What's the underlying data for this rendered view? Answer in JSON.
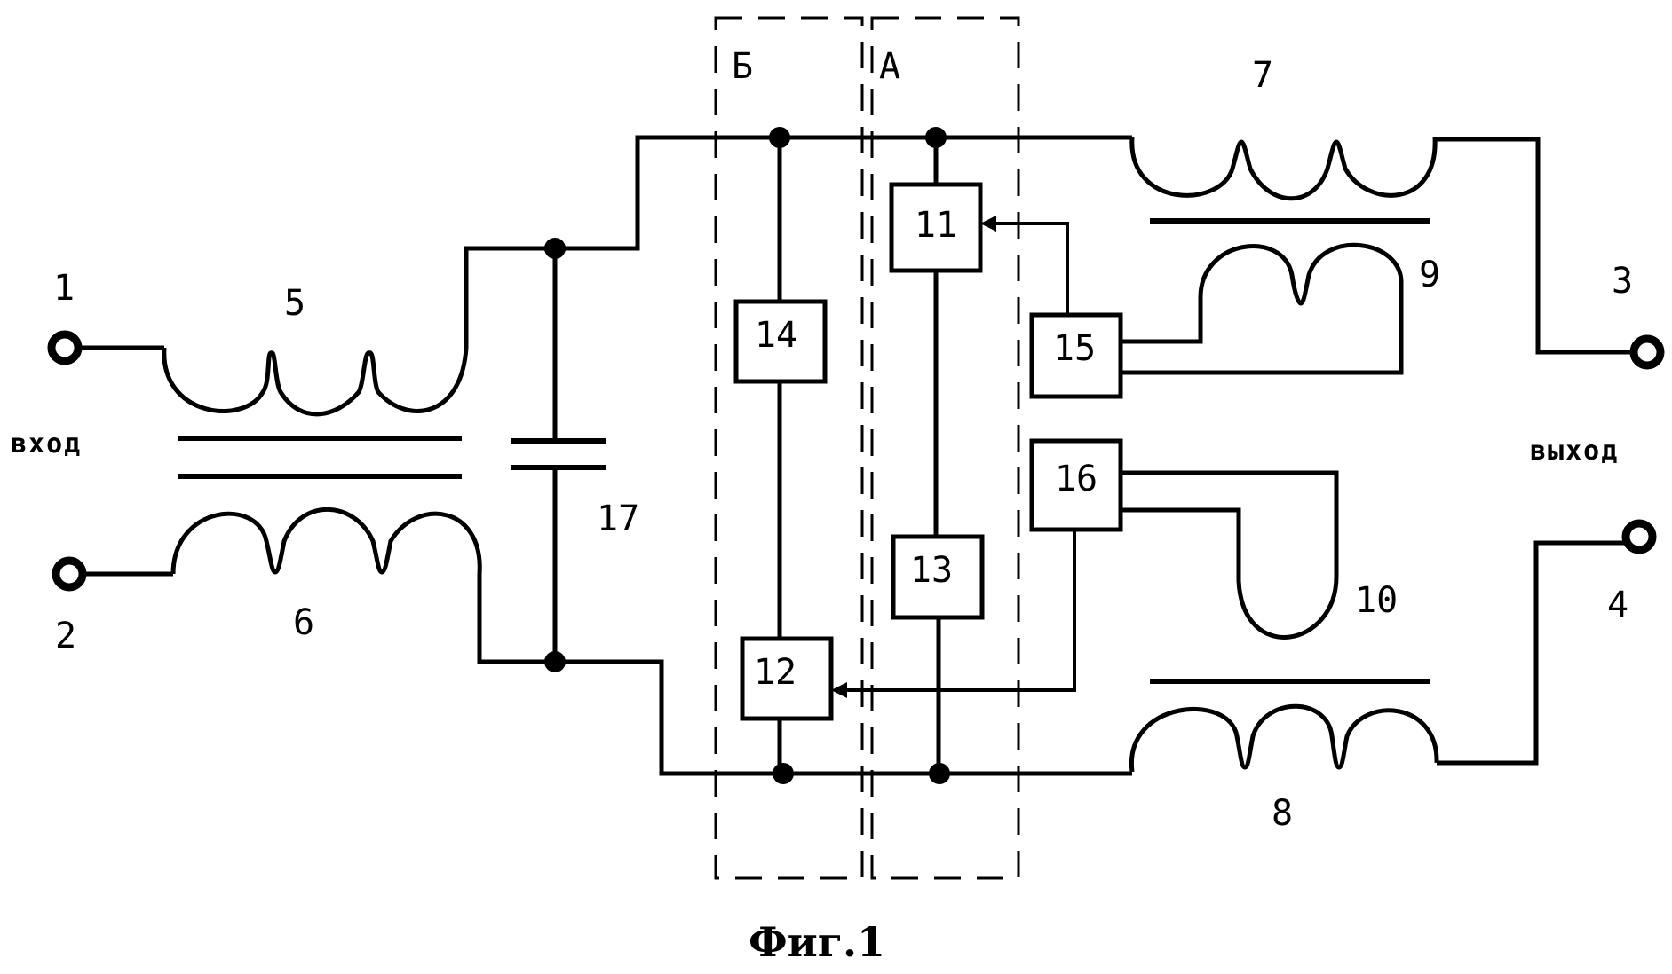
{
  "figure_caption": "Фиг.1",
  "io_labels": {
    "input": "вход",
    "output": "выход"
  },
  "zone_labels": {
    "b": "Б",
    "a": "А"
  },
  "terminals": [
    "1",
    "2",
    "3",
    "4"
  ],
  "inductors": [
    "5",
    "6",
    "7",
    "8",
    "9",
    "10"
  ],
  "capacitor": "17",
  "blocks": [
    "11",
    "12",
    "13",
    "14",
    "15",
    "16"
  ]
}
